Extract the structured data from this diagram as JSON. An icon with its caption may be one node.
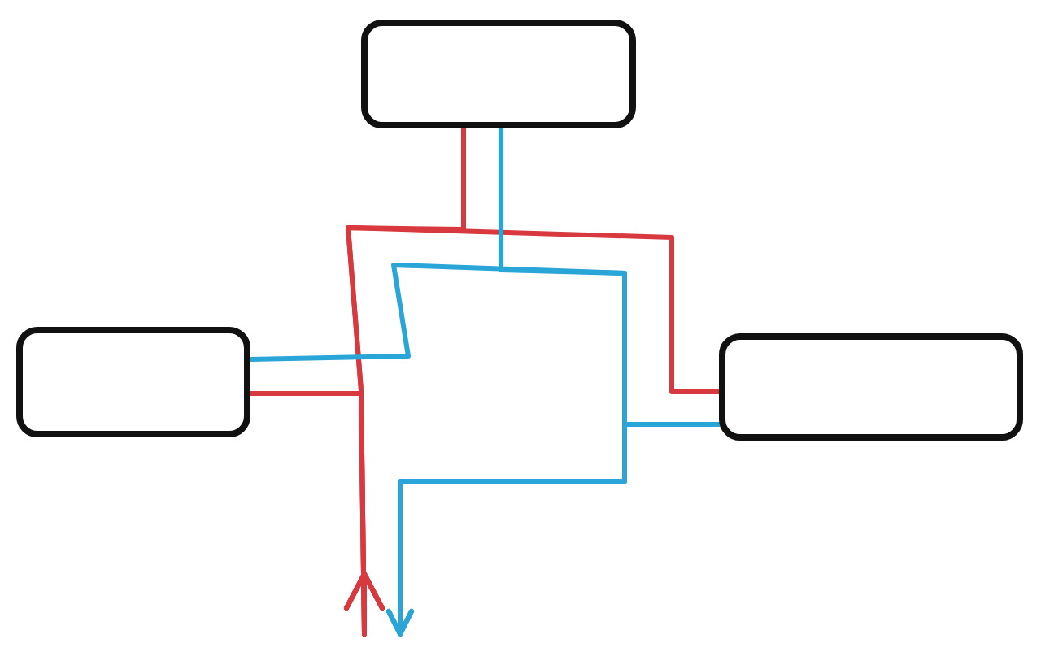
{
  "diagram": {
    "nodes": [
      {
        "text": [],
        "shape": "box"
      },
      {
        "text": [],
        "shape": "box"
      },
      {
        "text": [],
        "shape": "box"
      }
    ],
    "edges": [
      {
        "from": 0,
        "to": null,
        "arrow": "to",
        "color": "#d8393f"
      },
      {
        "from": 1,
        "to": null,
        "arrow": "to",
        "color": "#d8393f"
      },
      {
        "from": 2,
        "to": null,
        "arrow": "to",
        "color": "#d8393f"
      },
      {
        "from": 0,
        "to": null,
        "arrow": "to",
        "color": "#2aa5d7"
      },
      {
        "from": 1,
        "to": null,
        "arrow": "to",
        "color": "#2aa5d7"
      },
      {
        "from": 2,
        "to": null,
        "arrow": "to",
        "color": "#2aa5d7"
      }
    ]
  }
}
